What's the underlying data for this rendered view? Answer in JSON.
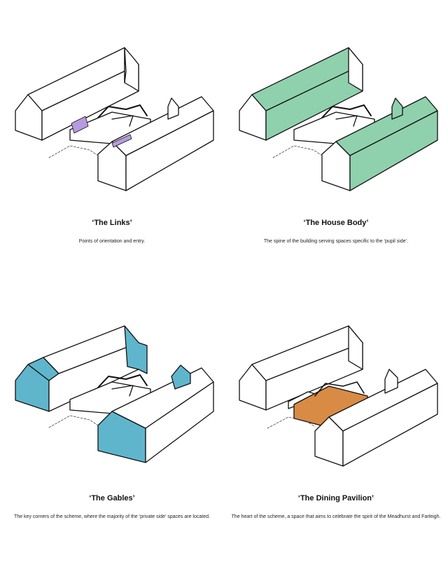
{
  "colors": {
    "links": "#b79be0",
    "house_body": "#8fd1ad",
    "gables": "#5fb6cc",
    "dining_pavilion": "#d88b45",
    "line": "#111111",
    "fill": "#ffffff"
  },
  "panels": [
    {
      "title": "‘The Links’",
      "description": "Points of orientation and entry."
    },
    {
      "title": "‘The House Body’",
      "description": "The spine of the building serving spaces specific to the  ‘pupil side’."
    },
    {
      "title": "‘The Gables’",
      "description": "The key corners of the scheme, where the majority of the ‘private side’ spaces are located."
    },
    {
      "title": "‘The Dining Pavilion’",
      "description": "The heart of the scheme, a space that aims to celebrate the spirit of the Meadhurst and Farleigh."
    }
  ]
}
